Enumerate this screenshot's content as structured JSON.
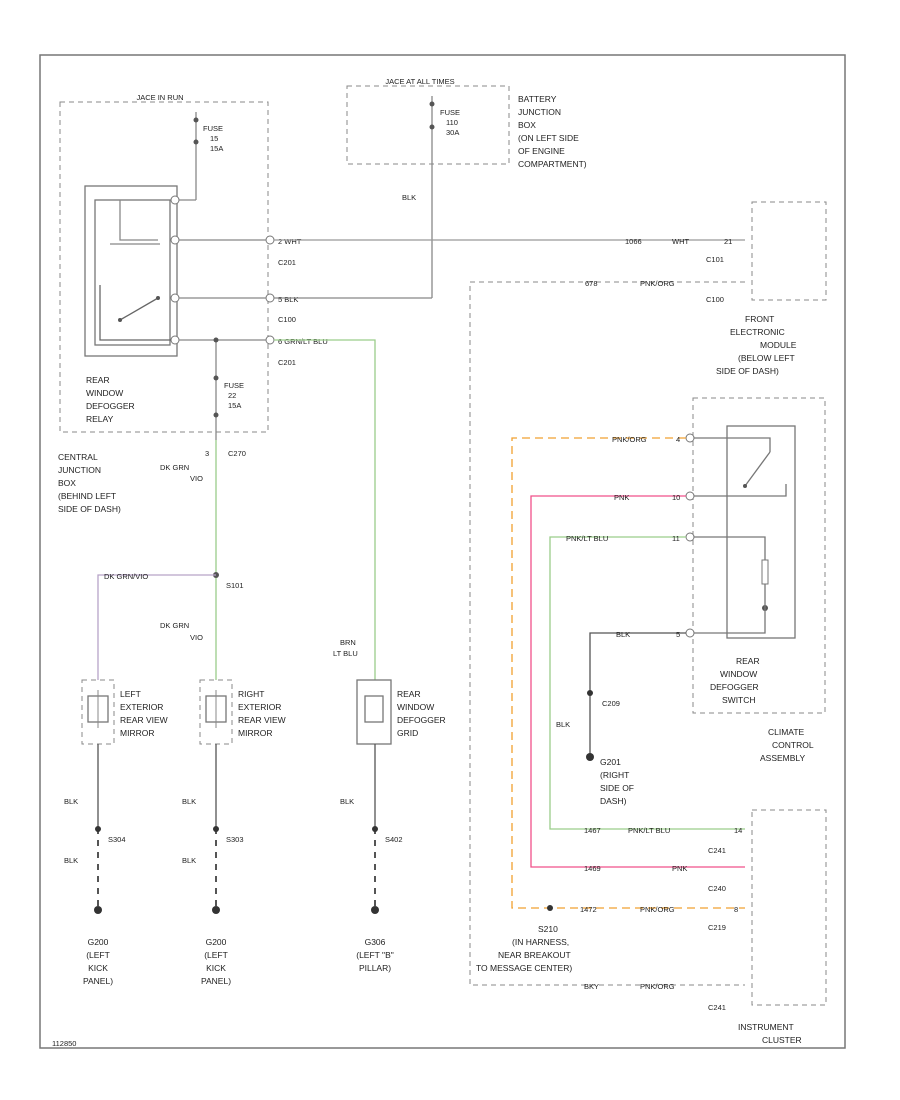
{
  "colors": {
    "wire_default": "#8c8c8c",
    "wire_dark": "#555555",
    "wire_green": "#9acd8a",
    "wire_pink": "#f0508a",
    "wire_orange": "#f0a030",
    "wire_violet": "#b7a3c8"
  },
  "fuses": {
    "fuse_top_header": "JACE IN RUN",
    "fuse_top": [
      "FUSE",
      "15",
      "15A"
    ],
    "fuse_battery_header": "JACE AT ALL TIMES",
    "fuse_battery": [
      "FUSE",
      "110",
      "30A"
    ],
    "fuse_lower": [
      "FUSE",
      "22",
      "15A"
    ]
  },
  "battery_box": [
    "BATTERY",
    "JUNCTION",
    "BOX",
    "(ON LEFT SIDE",
    "OF ENGINE",
    "COMPARTMENT)"
  ],
  "relay_label": [
    "REAR",
    "WINDOW",
    "DEFOGGER",
    "RELAY"
  ],
  "central_box": [
    "CENTRAL",
    "JUNCTION",
    "BOX",
    "(BEHIND LEFT",
    "SIDE OF DASH)"
  ],
  "wires": {
    "wht": "2 WHT",
    "blk_top": "BLK",
    "blk_relay": "5 BLK",
    "grn_relay": "6 GRN/LT BLU",
    "c201a": "C201",
    "c100": "C100",
    "c201b": "C201",
    "c101_right": "C101",
    "c100_right": "C100",
    "wht_right_1": "1066",
    "wht_right_2": "WHT",
    "wht_right_pin": "21",
    "ph_right_1": "678",
    "ph_right_2": "PNK/ORG",
    "c270_pin": "3",
    "c270": "C270",
    "dk_grn_1": "DK GRN",
    "dk_grn_1b": "VIO",
    "s101": "S101",
    "dk_grn_2": "DK GRN",
    "dk_grn_2b": "VIO",
    "dk_grn_vio": "DK GRN/VIO",
    "brn_ltblu_1": "BRN",
    "brn_ltblu_2": "LT BLU",
    "blk_1": "BLK",
    "blk_2": "BLK",
    "blk_3": "BLK",
    "blk_1b": "BLK",
    "blk_2b": "BLK",
    "s304": "S304",
    "s303": "S303",
    "s402": "S402"
  },
  "mirrors": {
    "left": [
      "LEFT",
      "EXTERIOR",
      "REAR VIEW",
      "MIRROR"
    ],
    "right": [
      "RIGHT",
      "EXTERIOR",
      "REAR VIEW",
      "MIRROR"
    ],
    "grid": [
      "REAR",
      "WINDOW",
      "DEFOGGER",
      "GRID"
    ]
  },
  "grounds": {
    "left1": [
      "G200",
      "(LEFT",
      "KICK",
      "PANEL)"
    ],
    "left2": [
      "G200",
      "(LEFT",
      "KICK",
      "PANEL)"
    ],
    "pillar": [
      "G306",
      "(LEFT \"B\"",
      "PILLAR)"
    ],
    "g201": [
      "G201",
      "(RIGHT",
      "SIDE OF",
      "DASH)"
    ],
    "s210": [
      "S210",
      "(IN HARNESS,",
      "NEAR BREAKOUT",
      "TO MESSAGE CENTER)"
    ]
  },
  "fem": [
    "FRONT",
    "ELECTRONIC",
    "MODULE",
    "(BELOW LEFT",
    "SIDE OF DASH)"
  ],
  "switch": {
    "label": [
      "REAR",
      "WINDOW",
      "DEFOGGER",
      "SWITCH"
    ],
    "assembly": [
      "CLIMATE",
      "CONTROL",
      "ASSEMBLY"
    ],
    "pnk_org": "PNK/ORG",
    "pnk": "PNK",
    "pnk_lt_blu": "PNK/LT BLU",
    "blk": "BLK",
    "pin_a": "4",
    "pin_b": "10",
    "pin_c": "11",
    "pin_d": "5",
    "c209": "C209",
    "blk_side": "BLK"
  },
  "cluster": {
    "label": [
      "INSTRUMENT",
      "CLUSTER"
    ],
    "n1": "1467",
    "n1c": "PNK/LT BLU",
    "p1": "14",
    "c1": "C241",
    "n2": "1469",
    "n2c": "PNK",
    "c2": "C240",
    "n3": "1472",
    "n3c": "PNK/ORG",
    "p3": "8",
    "c3": "C219",
    "n4": "BKY",
    "n4c": "PNK/ORG",
    "c4": "C241"
  },
  "footer": "112850"
}
